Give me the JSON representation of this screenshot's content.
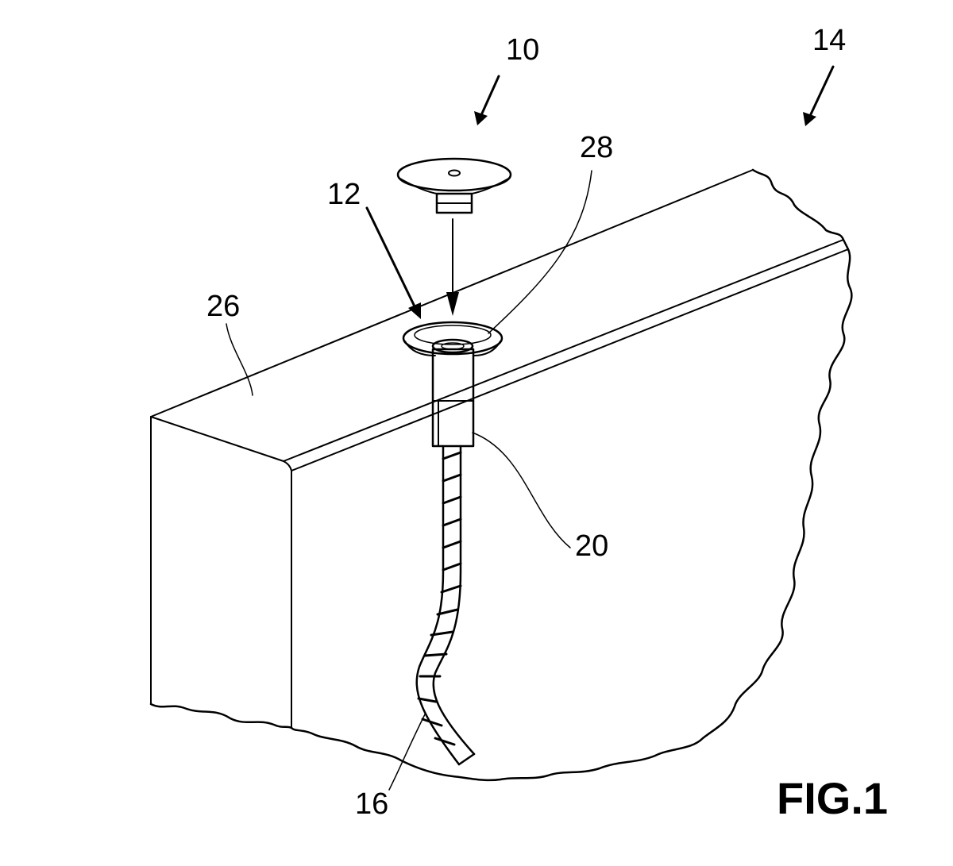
{
  "figure": {
    "caption": "FIG.1",
    "labels": {
      "l10": "10",
      "l14": "14",
      "l12": "12",
      "l28": "28",
      "l26": "26",
      "l20": "20",
      "l16": "16"
    }
  },
  "colors": {
    "ink": "#000000",
    "paper": "#ffffff"
  }
}
